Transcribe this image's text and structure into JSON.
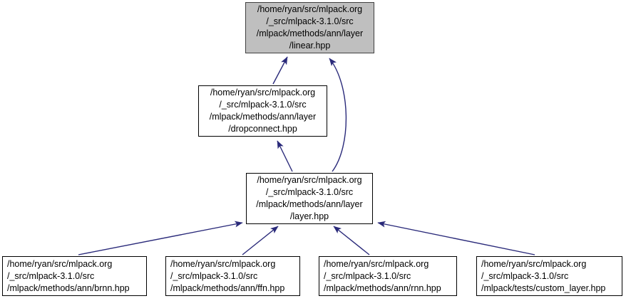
{
  "diagram": {
    "title": "include dependency graph",
    "type": "directed-graph",
    "edge_color": "#2a2a7a",
    "root_fill": "#bfbfbf",
    "node_fill": "#ffffff",
    "node_border": "#000000",
    "background": "#ffffff"
  },
  "nodes": {
    "linear": {
      "id": "linear",
      "lines": [
        "/home/ryan/src/mlpack.org",
        "/_src/mlpack-3.1.0/src",
        "/mlpack/methods/ann/layer",
        "/linear.hpp"
      ],
      "highlighted": true
    },
    "dropconnect": {
      "id": "dropconnect",
      "lines": [
        "/home/ryan/src/mlpack.org",
        "/_src/mlpack-3.1.0/src",
        "/mlpack/methods/ann/layer",
        "/dropconnect.hpp"
      ],
      "highlighted": false
    },
    "layer": {
      "id": "layer",
      "lines": [
        "/home/ryan/src/mlpack.org",
        "/_src/mlpack-3.1.0/src",
        "/mlpack/methods/ann/layer",
        "/layer.hpp"
      ],
      "highlighted": false
    },
    "brnn": {
      "id": "brnn",
      "lines": [
        "/home/ryan/src/mlpack.org",
        "/_src/mlpack-3.1.0/src",
        "/mlpack/methods/ann/brnn.hpp"
      ],
      "highlighted": false
    },
    "ffn": {
      "id": "ffn",
      "lines": [
        "/home/ryan/src/mlpack.org",
        "/_src/mlpack-3.1.0/src",
        "/mlpack/methods/ann/ffn.hpp"
      ],
      "highlighted": false
    },
    "rnn": {
      "id": "rnn",
      "lines": [
        "/home/ryan/src/mlpack.org",
        "/_src/mlpack-3.1.0/src",
        "/mlpack/methods/ann/rnn.hpp"
      ],
      "highlighted": false
    },
    "custom_layer": {
      "id": "custom_layer",
      "lines": [
        "/home/ryan/src/mlpack.org",
        "/_src/mlpack-3.1.0/src",
        "/mlpack/tests/custom_layer.hpp"
      ],
      "highlighted": false
    }
  },
  "edges": [
    {
      "from": "dropconnect",
      "to": "linear"
    },
    {
      "from": "layer",
      "to": "linear"
    },
    {
      "from": "layer",
      "to": "dropconnect"
    },
    {
      "from": "brnn",
      "to": "layer"
    },
    {
      "from": "ffn",
      "to": "layer"
    },
    {
      "from": "rnn",
      "to": "layer"
    },
    {
      "from": "custom_layer",
      "to": "layer"
    }
  ]
}
